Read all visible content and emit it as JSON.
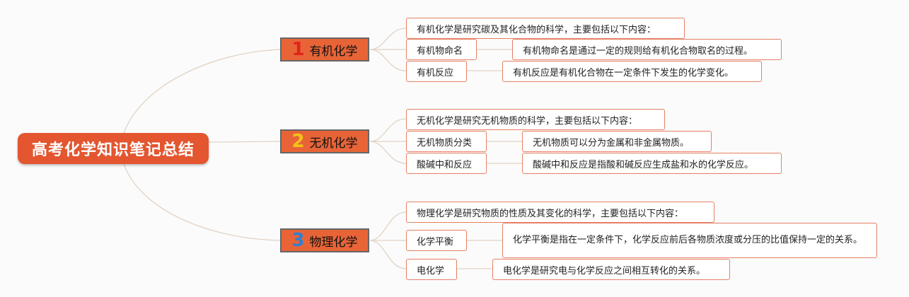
{
  "root": {
    "title": "高考化学知识笔记总结"
  },
  "branches": [
    {
      "number": "1",
      "title": "有机化学",
      "number_color": "#e0241b",
      "intro": "有机化学是研究碳及其化合物的科学，主要包括以下内容：",
      "items": [
        {
          "term": "有机物命名",
          "desc": "有机物命名是通过一定的规则给有机化合物取名的过程。"
        },
        {
          "term": "有机反应",
          "desc": "有机反应是有机化合物在一定条件下发生的化学变化。"
        }
      ]
    },
    {
      "number": "2",
      "title": "无机化学",
      "number_color": "#f2c318",
      "intro": "无机化学是研究无机物质的科学，主要包括以下内容：",
      "items": [
        {
          "term": "无机物质分类",
          "desc": "无机物质可以分为金属和非金属物质。"
        },
        {
          "term": "酸碱中和反应",
          "desc": "酸碱中和反应是指酸和碱反应生成盐和水的化学反应。"
        }
      ]
    },
    {
      "number": "3",
      "title": "物理化学",
      "number_color": "#2f7fd6",
      "intro": "物理化学是研究物质的性质及其变化的科学，主要包括以下内容：",
      "items": [
        {
          "term": "化学平衡",
          "desc": "化学平衡是指在一定条件下，化学反应前后各物质浓度或分压的比值保持一定的关系。"
        },
        {
          "term": "电化学",
          "desc": "电化学是研究电与化学反应之间相互转化的关系。"
        }
      ]
    }
  ],
  "colors": {
    "root_bg": "#e3562f",
    "branch_bg": "#e86437",
    "box_border": "#e58063",
    "connector": "#e2d3c4"
  }
}
